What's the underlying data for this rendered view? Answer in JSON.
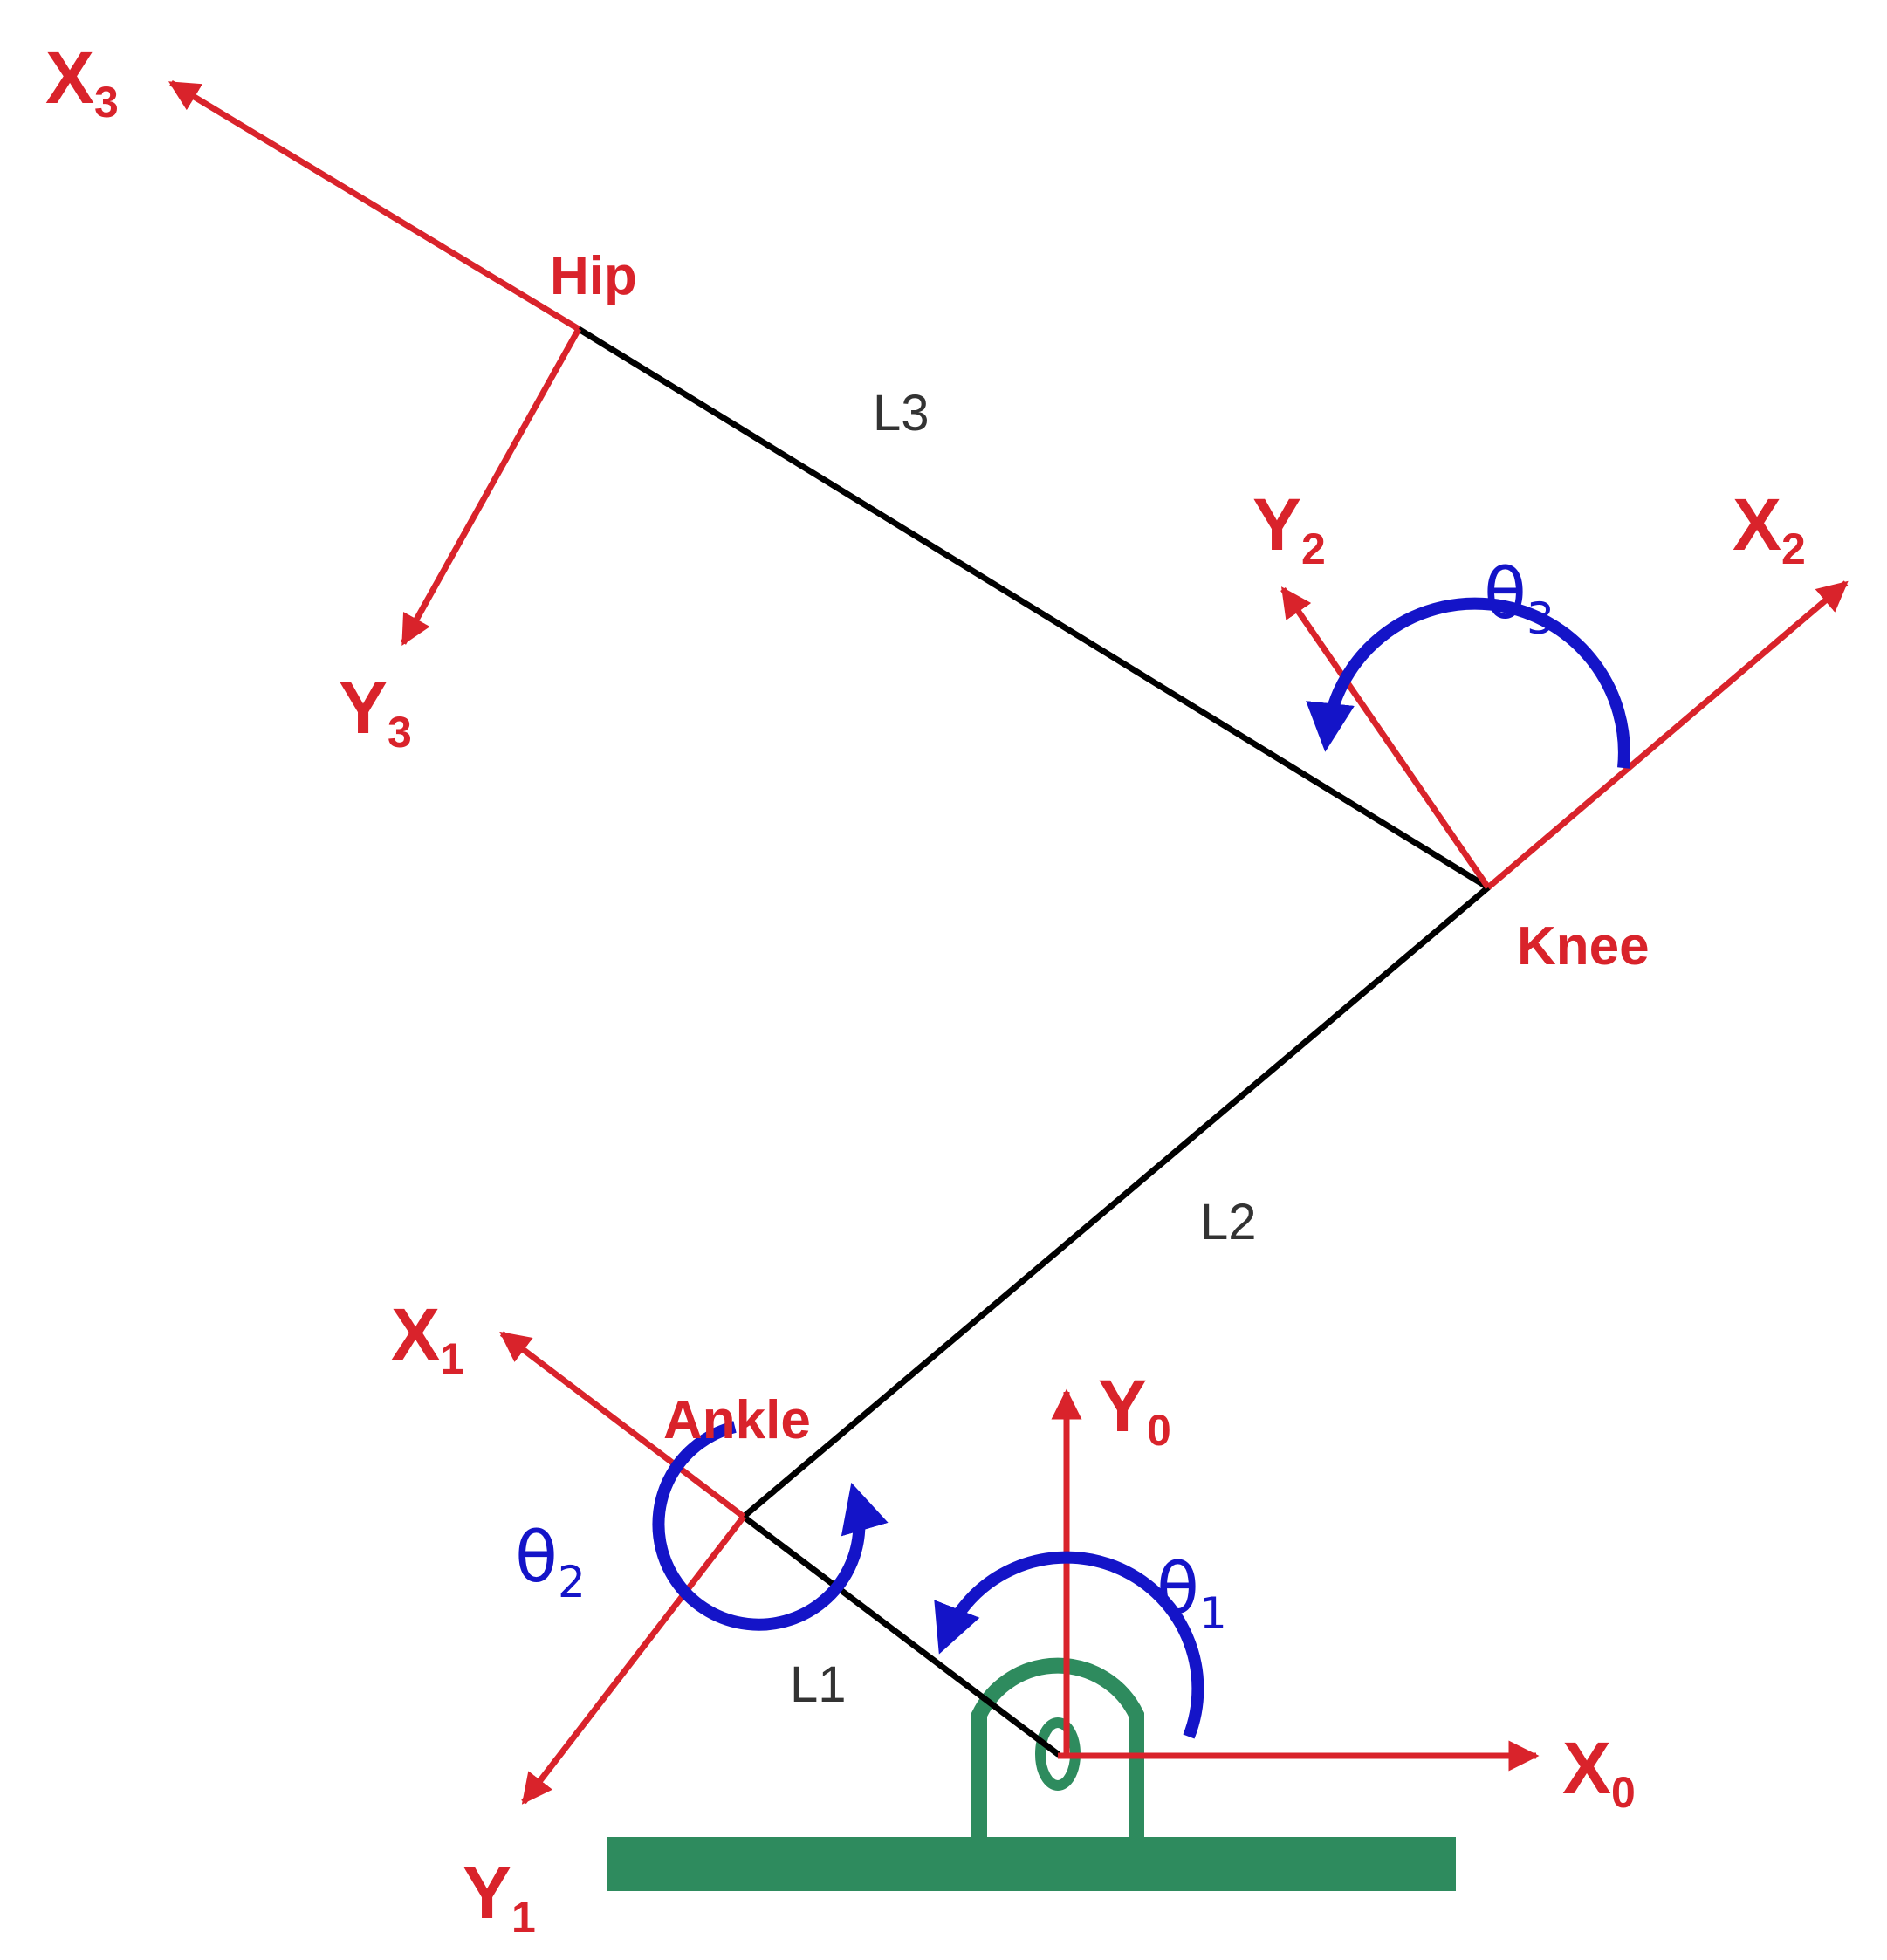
{
  "joints": {
    "hip": "Hip",
    "knee": "Knee",
    "ankle": "Ankle"
  },
  "links": {
    "l1": "L1",
    "l2": "L2",
    "l3": "L3"
  },
  "axes": {
    "x0": "X",
    "x0_sub": "0",
    "y0": "Y",
    "y0_sub": "0",
    "x1": "X",
    "x1_sub": "1",
    "y1": "Y",
    "y1_sub": "1",
    "x2": "X",
    "x2_sub": "2",
    "y2": "Y",
    "y2_sub": "2",
    "x3": "X",
    "x3_sub": "3",
    "y3": "Y",
    "y3_sub": "3"
  },
  "angles": {
    "theta1": "θ",
    "theta1_sub": "1",
    "theta2": "θ",
    "theta2_sub": "2",
    "theta3": "θ",
    "theta3_sub": "3"
  },
  "colors": {
    "frame_axes": "#d9232b",
    "angle_arrows": "#1414c8",
    "links": "#000000",
    "base": "#2e8b5e"
  },
  "icons": {
    "base": "ground-base-icon",
    "pivot": "pivot-mount-icon"
  }
}
